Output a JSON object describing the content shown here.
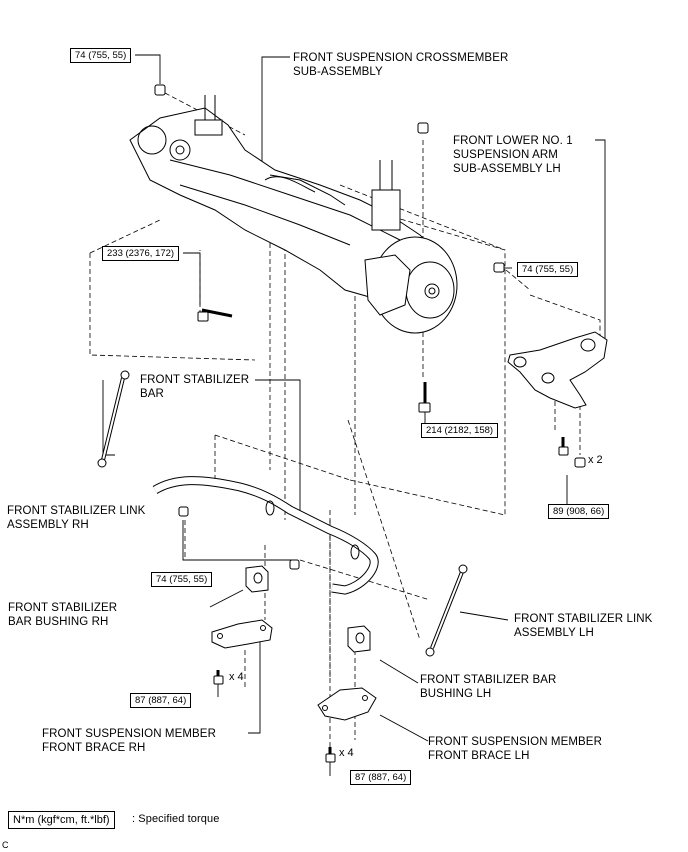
{
  "parts": {
    "crossmember": "FRONT SUSPENSION CROSSMEMBER\nSUB-ASSEMBLY",
    "lower_arm": "FRONT LOWER NO. 1\nSUSPENSION ARM\nSUB-ASSEMBLY LH",
    "stabilizer_bar": "FRONT STABILIZER\nBAR",
    "link_rh": "FRONT STABILIZER LINK\nASSEMBLY RH",
    "bushing_rh": "FRONT STABILIZER\nBAR BUSHING RH",
    "link_lh": "FRONT STABILIZER LINK\nASSEMBLY LH",
    "bushing_lh": "FRONT STABILIZER BAR\nBUSHING LH",
    "brace_rh": "FRONT SUSPENSION MEMBER\nFRONT BRACE RH",
    "brace_lh": "FRONT SUSPENSION MEMBER\nFRONT BRACE LH"
  },
  "torques": {
    "t_top": "74 (755, 55)",
    "t_233": "233 (2376, 172)",
    "t_arm_nut": "74 (755, 55)",
    "t_214": "214 (2182, 158)",
    "t_89": "89 (908, 66)",
    "t_link_nut": "74 (755, 55)",
    "t_87_rh": "87 (887, 64)",
    "t_87_lh": "87 (887, 64)"
  },
  "quantities": {
    "q_89": "x 2",
    "q_87_rh": "x 4",
    "q_87_lh": "x 4"
  },
  "legend": {
    "box": "N*m (kgf*cm, ft.*lbf)",
    "text": ": Specified torque"
  },
  "corner_mark": "C"
}
